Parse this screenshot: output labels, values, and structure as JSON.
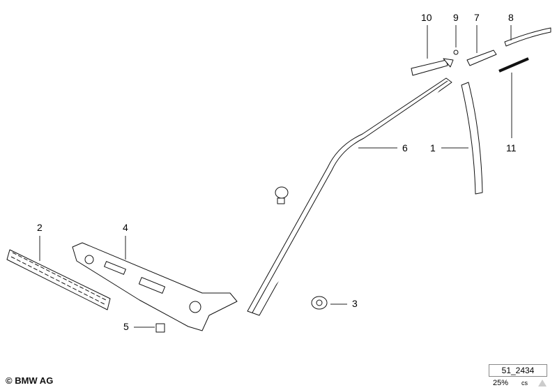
{
  "diagram": {
    "callouts": [
      "10",
      "9",
      "7",
      "8",
      "6",
      "1",
      "11",
      "2",
      "4",
      "3",
      "5"
    ]
  },
  "footer": {
    "copyright": "© BMW AG",
    "reference": "51_2434",
    "zoom": "25%",
    "cs": "cs"
  }
}
